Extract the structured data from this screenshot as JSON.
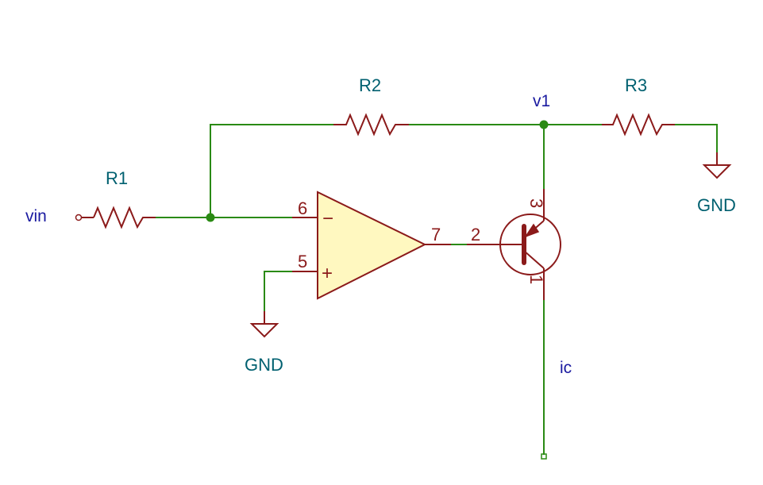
{
  "components": {
    "r1": "R1",
    "r2": "R2",
    "r3": "R3",
    "gnd_right": "GND",
    "gnd_bottom": "GND"
  },
  "nets": {
    "vin": "vin",
    "v1": "v1",
    "ic": "ic"
  },
  "opamp": {
    "pin_inverting": "6",
    "pin_noninverting": "5",
    "pin_output": "7",
    "sign_minus": "−",
    "sign_plus": "+"
  },
  "transistor": {
    "pin_base": "2",
    "pin_emitter": "3",
    "pin_collector": "1"
  },
  "colors": {
    "wire": "#2a8a14",
    "component": "#8b1a1a",
    "opamp_fill": "#fff8c0",
    "reference_text": "#006070",
    "net_label": "#1a1aa0"
  }
}
